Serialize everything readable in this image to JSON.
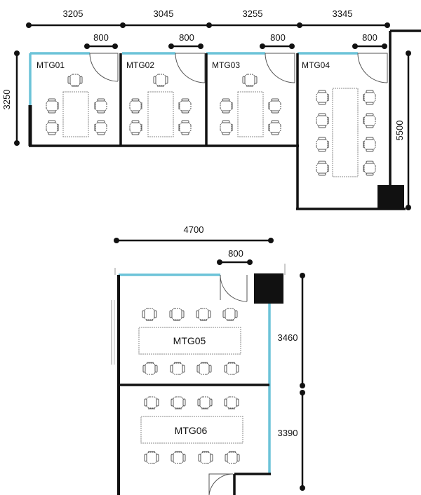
{
  "colors": {
    "wall": "#111111",
    "glazing": "#6cc3d8",
    "furniture": "#555555",
    "table_dash": "#8a8a8a"
  },
  "rooms": {
    "mtg01": "MTG01",
    "mtg02": "MTG02",
    "mtg03": "MTG03",
    "mtg04": "MTG04",
    "mtg05": "MTG05",
    "mtg06": "MTG06"
  },
  "dimensions": {
    "top_width_1": "3205",
    "top_width_2": "3045",
    "top_width_3": "3255",
    "top_width_4": "3345",
    "door_1": "800",
    "door_2": "800",
    "door_3": "800",
    "door_4": "800",
    "left_height": "3250",
    "right_height": "5500",
    "lower_width": "4700",
    "lower_door": "800",
    "mtg05_height": "3460",
    "mtg06_height": "3390"
  },
  "icons": {
    "chair": "office-chair-icon",
    "door": "door-swing-icon",
    "column": "structural-column-icon"
  }
}
